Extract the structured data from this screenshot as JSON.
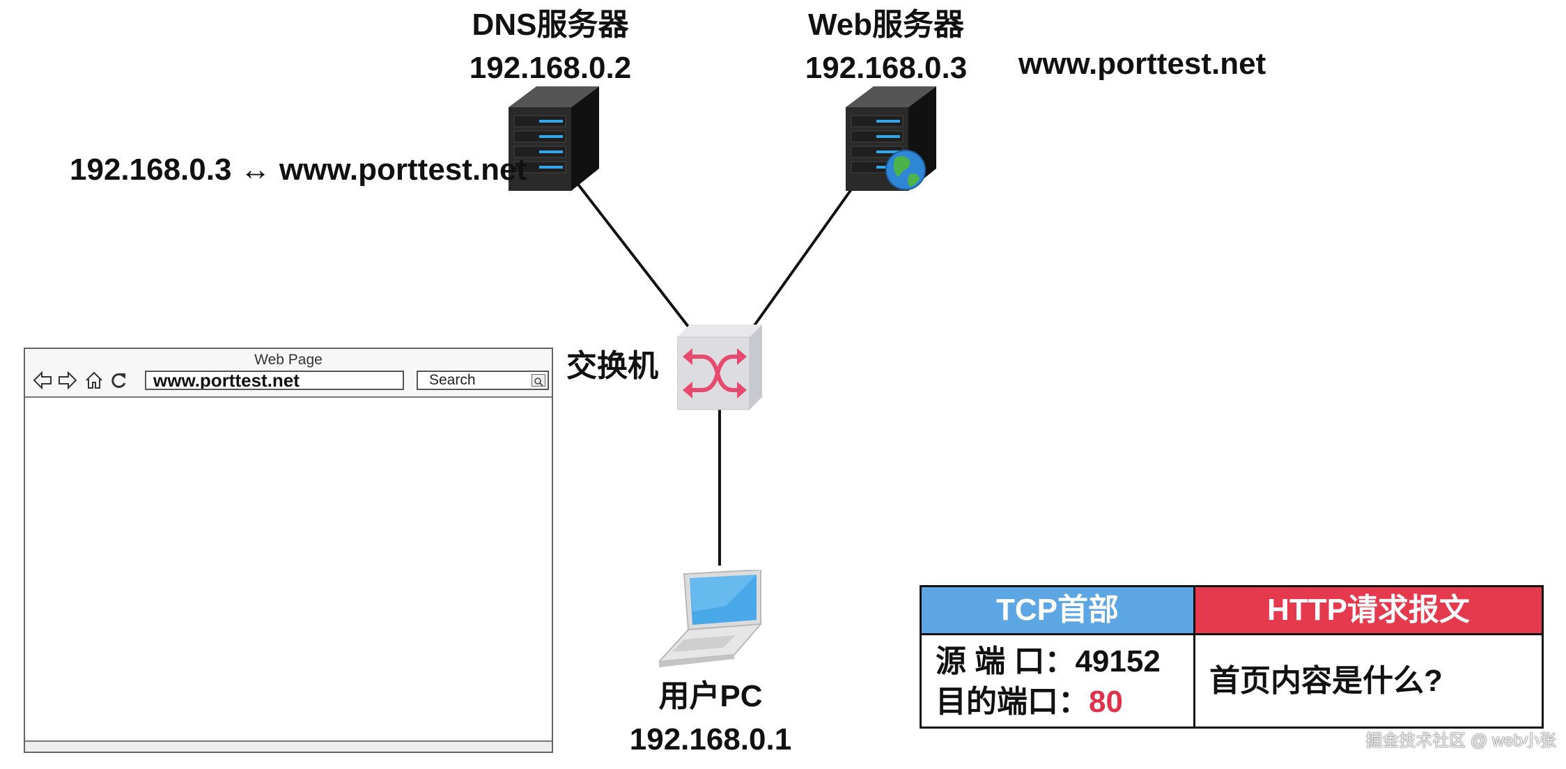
{
  "dns_server": {
    "title": "DNS服务器",
    "ip": "192.168.0.2"
  },
  "web_server": {
    "title": "Web服务器",
    "ip": "192.168.0.3",
    "domain": "www.porttest.net"
  },
  "dns_record": "192.168.0.3 ↔ www.porttest.net",
  "switch": {
    "label": "交换机"
  },
  "pc": {
    "title": "用户PC",
    "ip": "192.168.0.1"
  },
  "browser": {
    "title": "Web Page",
    "url": "www.porttest.net",
    "search_placeholder": "Search",
    "icons": [
      "back-arrow-icon",
      "forward-arrow-icon",
      "home-icon",
      "refresh-icon",
      "search-icon"
    ]
  },
  "packet": {
    "tcp_header": {
      "title": "TCP首部",
      "source_port_label": "源 端 口：",
      "source_port": "49152",
      "dest_port_label": "目的端口：",
      "dest_port": "80"
    },
    "http_request": {
      "title": "HTTP请求报文",
      "content": "首页内容是什么?"
    }
  },
  "colors": {
    "tcp_header": "#5ca7e3",
    "http_header": "#e53a4e",
    "dest_port": "#e0334a",
    "switch_arrows": "#e64a6e"
  },
  "watermark": "掘金技术社区 @ web小张"
}
